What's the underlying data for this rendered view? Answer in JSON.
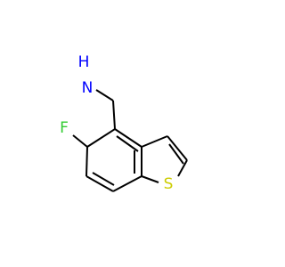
{
  "molecule": {
    "atoms": {
      "amine_h": {
        "text": "H",
        "color": "#0000ff"
      },
      "amine_n": {
        "text": "N",
        "color": "#0000ff"
      },
      "fluorine": {
        "text": "F",
        "color": "#33cc33"
      },
      "sulfur": {
        "text": "S",
        "color": "#cccc00"
      }
    }
  }
}
